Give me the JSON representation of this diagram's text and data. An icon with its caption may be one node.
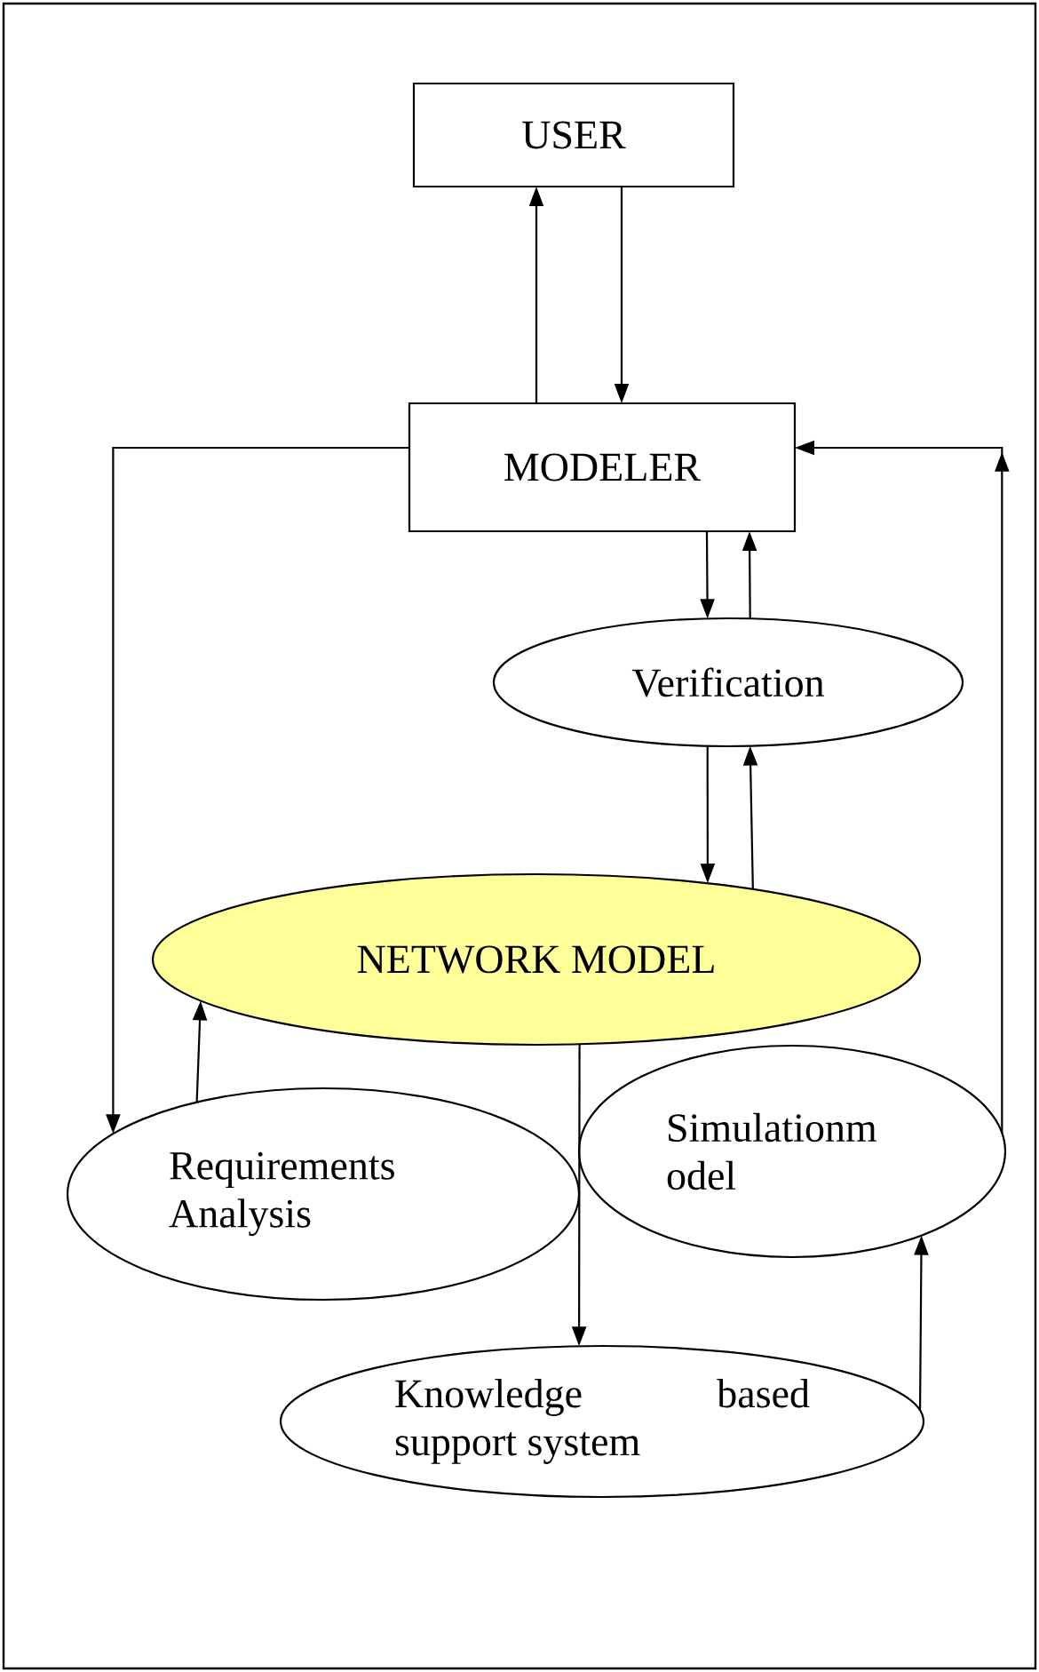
{
  "diagram": {
    "nodes": [
      {
        "text": [
          "USER"
        ]
      },
      {
        "text": [
          "MODELER"
        ]
      },
      {
        "text": [
          "Verification"
        ]
      },
      {
        "text": [
          "NETWORK MODEL"
        ]
      },
      {
        "text": [
          "Requirements Analysis"
        ]
      },
      {
        "text": [
          "Simulationm odel"
        ]
      },
      {
        "text": [
          "Knowledge based support system"
        ]
      }
    ],
    "edges": [
      {
        "from": 1,
        "to": 0,
        "arrow": "to"
      },
      {
        "from": 0,
        "to": 1,
        "arrow": "to"
      },
      {
        "from": 1,
        "to": 2,
        "arrow": "to"
      },
      {
        "from": 2,
        "to": 1,
        "arrow": "to"
      },
      {
        "from": 2,
        "to": 3,
        "arrow": "to"
      },
      {
        "from": 3,
        "to": 2,
        "arrow": "to"
      },
      {
        "from": 1,
        "to": 4,
        "arrow": "to"
      },
      {
        "from": 4,
        "to": 3,
        "arrow": "to"
      },
      {
        "from": 3,
        "to": 6,
        "arrow": "to"
      },
      {
        "from": 6,
        "to": 5,
        "arrow": "to"
      },
      {
        "from": 5,
        "to": 1,
        "arrow": "to"
      }
    ]
  }
}
